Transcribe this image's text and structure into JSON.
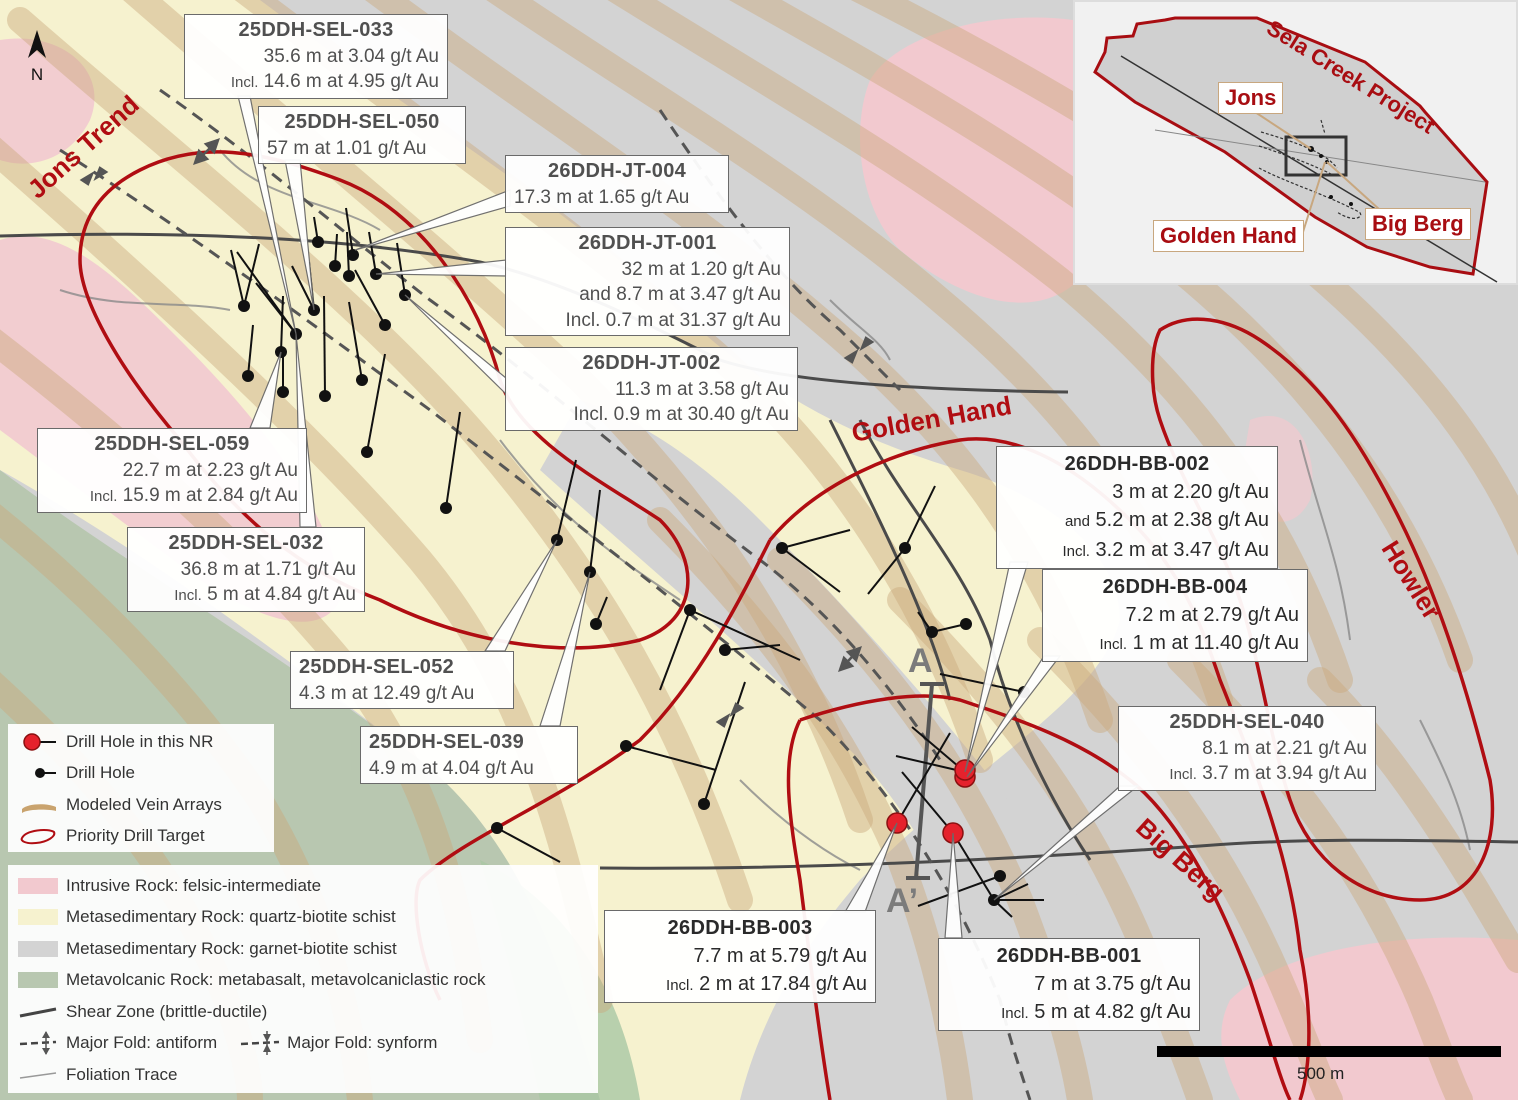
{
  "map": {
    "north_label": "N",
    "scale_label": "500 m",
    "section": {
      "start": "A",
      "end": "A’"
    }
  },
  "targets": [
    {
      "name": "Jons Trend"
    },
    {
      "name": "Golden Hand"
    },
    {
      "name": "Big Berg"
    },
    {
      "name": "Howler"
    }
  ],
  "callouts": [
    {
      "id": "25DDH-SEL-033",
      "lines": [
        {
          "pre": "",
          "text": "35.6 m at 3.04 g/t Au"
        },
        {
          "pre": "Incl.",
          "text": "14.6 m at 4.95 g/t Au"
        }
      ]
    },
    {
      "id": "25DDH-SEL-050",
      "lines": [
        {
          "pre": "",
          "text": "57 m at 1.01 g/t Au"
        }
      ]
    },
    {
      "id": "26DDH-JT-004",
      "lines": [
        {
          "pre": "",
          "text": "17.3 m at 1.65 g/t Au"
        }
      ]
    },
    {
      "id": "26DDH-JT-001",
      "lines": [
        {
          "pre": "",
          "text": "32 m at 1.20 g/t Au"
        },
        {
          "pre": "",
          "text": "and 8.7 m at 3.47 g/t Au"
        },
        {
          "pre": "",
          "text": "Incl. 0.7 m at 31.37 g/t Au"
        }
      ]
    },
    {
      "id": "26DDH-JT-002",
      "lines": [
        {
          "pre": "",
          "text": "11.3 m  at  3.58 g/t Au"
        },
        {
          "pre": "",
          "text": "Incl. 0.9 m at 30.40 g/t Au"
        }
      ]
    },
    {
      "id": "25DDH-SEL-059",
      "lines": [
        {
          "pre": "",
          "text": "22.7 m at 2.23 g/t Au"
        },
        {
          "pre": "Incl.",
          "text": "15.9 m at 2.84 g/t Au"
        }
      ]
    },
    {
      "id": "25DDH-SEL-032",
      "lines": [
        {
          "pre": "",
          "text": "36.8 m at 1.71 g/t Au"
        },
        {
          "pre": "Incl.",
          "text": "5 m at 4.84 g/t Au"
        }
      ]
    },
    {
      "id": "25DDH-SEL-052",
      "lines": [
        {
          "pre": "",
          "text": "4.3 m at 12.49 g/t Au"
        }
      ]
    },
    {
      "id": "25DDH-SEL-039",
      "lines": [
        {
          "pre": "",
          "text": "4.9 m at 4.04 g/t Au"
        }
      ]
    },
    {
      "id": "26DDH-BB-002",
      "lines": [
        {
          "pre": "",
          "text": "3 m at 2.20 g/t Au"
        },
        {
          "pre": "and",
          "text": "5.2 m at 2.38 g/t Au"
        },
        {
          "pre": "Incl.",
          "text": "3.2 m at 3.47 g/t Au"
        }
      ]
    },
    {
      "id": "26DDH-BB-004",
      "lines": [
        {
          "pre": "",
          "text": "7.2 m at 2.79 g/t Au"
        },
        {
          "pre": "Incl.",
          "text": "1 m at 11.40 g/t Au"
        }
      ]
    },
    {
      "id": "25DDH-SEL-040",
      "lines": [
        {
          "pre": "",
          "text": "8.1 m at 2.21 g/t Au"
        },
        {
          "pre": "Incl.",
          "text": "3.7 m at 3.94 g/t Au"
        }
      ]
    },
    {
      "id": "26DDH-BB-003",
      "lines": [
        {
          "pre": "",
          "text": "7.7 m at 5.79 g/t Au"
        },
        {
          "pre": "Incl.",
          "text": "2 m at 17.84 g/t Au"
        }
      ]
    },
    {
      "id": "26DDH-BB-001",
      "lines": [
        {
          "pre": "",
          "text": "7 m at 3.75 g/t Au"
        },
        {
          "pre": "Incl.",
          "text": "5 m at 4.82 g/t Au"
        }
      ]
    }
  ],
  "legend_symbols": [
    {
      "label": "Drill Hole in this NR",
      "icon": "red-drill-hole-icon"
    },
    {
      "label": "Drill Hole",
      "icon": "black-drill-hole-icon"
    },
    {
      "label": "Modeled Vein Arrays",
      "icon": "vein-array-icon"
    },
    {
      "label": "Priority Drill Target",
      "icon": "target-outline-icon"
    }
  ],
  "legend_units": [
    {
      "label": "Intrusive Rock: felsic-intermediate",
      "color": "#f2c9cf"
    },
    {
      "label": "Metasedimentary Rock: quartz-biotite schist",
      "color": "#f6f2cf"
    },
    {
      "label": "Metasedimentary Rock: garnet-biotite schist",
      "color": "#d3d3d3"
    },
    {
      "label": "Metavolcanic Rock: metabasalt, metavolcaniclastic rock",
      "color": "#b8c7b0"
    },
    {
      "label": "Shear Zone (brittle-ductile)",
      "icon": "shear-zone-icon"
    },
    {
      "label": "Major Fold: antiform",
      "icon": "antiform-icon",
      "label2": "Major Fold: synform",
      "icon2": "synform-icon"
    },
    {
      "label": "Foliation Trace",
      "icon": "foliation-trace-icon"
    }
  ],
  "inset": {
    "project": "Sela Creek Project",
    "labels": [
      "Jons",
      "Golden Hand",
      "Big Berg"
    ]
  },
  "colors": {
    "target_red": "#b00d12",
    "drill_red": "#e5222c",
    "vein": "#d7b98f",
    "intrusive": "#f2c9cf",
    "quartz_schist": "#f6f2cf",
    "garnet_schist": "#d3d3d3",
    "metavolcanic": "#b8c7b0"
  }
}
